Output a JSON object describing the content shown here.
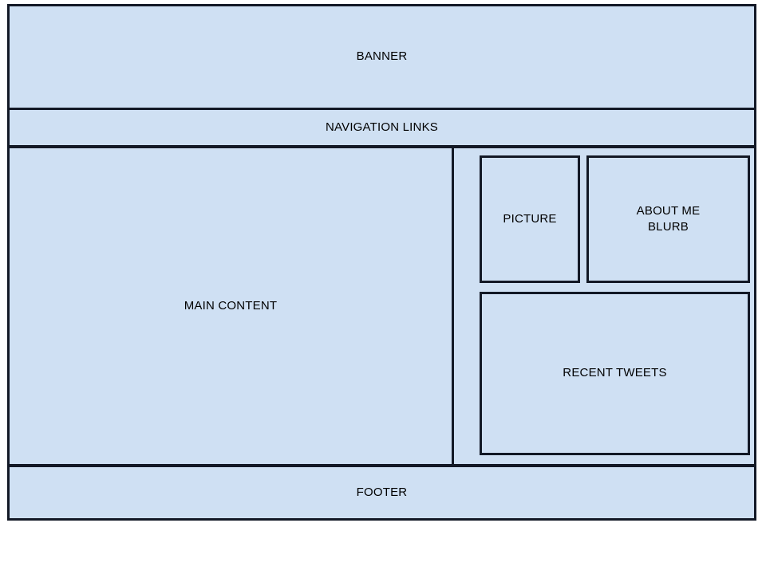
{
  "diagram": {
    "type": "website-layout-wireframe",
    "fill_color": "#cfe0f3",
    "stroke_color": "#131926",
    "background_color": "#ffffff",
    "text_color": "#000000"
  },
  "banner": {
    "label": "BANNER"
  },
  "navigation": {
    "label": "NAVIGATION LINKS"
  },
  "content": {
    "main": {
      "label": "MAIN CONTENT"
    },
    "sidebar": {
      "picture": {
        "label": "PICTURE"
      },
      "about_me": {
        "label": "ABOUT ME\nBLURB"
      },
      "recent_tweets": {
        "label": "RECENT TWEETS"
      }
    }
  },
  "footer": {
    "label": "FOOTER"
  }
}
